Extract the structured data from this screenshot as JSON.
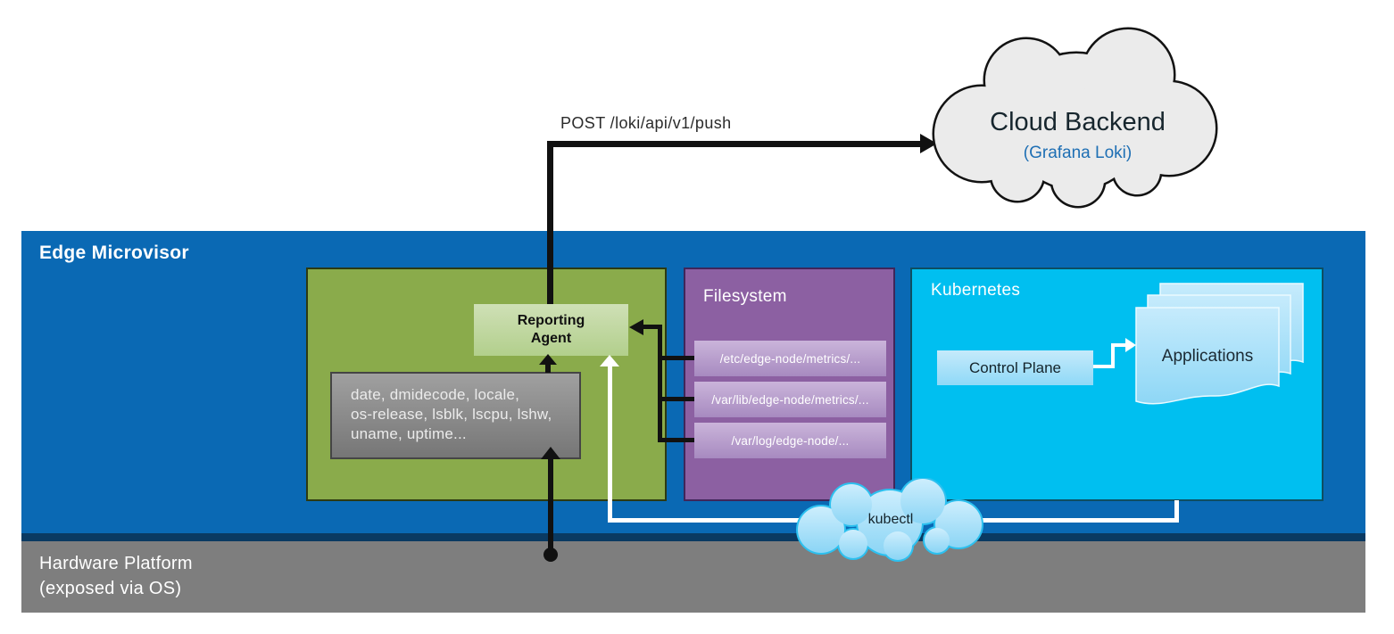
{
  "diagram": {
    "post_label": "POST /loki/api/v1/push",
    "cloud_backend": {
      "title": "Cloud Backend",
      "subtitle": "(Grafana Loki)"
    },
    "edge_microvisor": {
      "title": "Edge Microvisor"
    },
    "reporting_agent": {
      "label": "Reporting Agent"
    },
    "commands": {
      "lines": [
        "date, dmidecode, locale,",
        "os-release, lsblk, lscpu, lshw,",
        "uname, uptime..."
      ]
    },
    "filesystem": {
      "title": "Filesystem",
      "paths": [
        "/etc/edge-node/metrics/...",
        "/var/lib/edge-node/metrics/...",
        "/var/log/edge-node/..."
      ]
    },
    "kubernetes": {
      "title": "Kubernetes",
      "control_plane": "Control Plane",
      "applications": "Applications"
    },
    "kubectl": {
      "label": "kubectl"
    },
    "hardware": {
      "line1": "Hardware Platform",
      "line2": "(exposed via OS)"
    },
    "colors": {
      "edge_band_blue": "#0a69b4",
      "navy_strip": "#0a3a62",
      "hardware_gray": "#7e7e7e",
      "agent_green": "#8aab4b",
      "filesystem_purple": "#8c60a2",
      "kubernetes_cyan": "#00bff0",
      "grafana_loki_blue": "#1e6fb4",
      "cloud_fill": "#ebebeb",
      "kubectl_cloud_border": "#2cc0ef"
    }
  }
}
